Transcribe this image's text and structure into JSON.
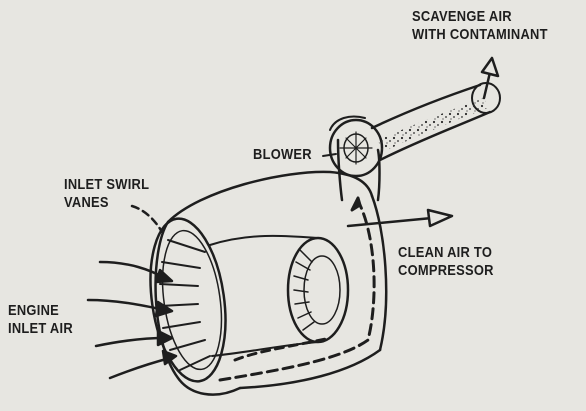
{
  "labels": {
    "scavenge_air": [
      "SCAVENGE AIR",
      "WITH CONTAMINANT"
    ],
    "blower": "BLOWER",
    "inlet_swirl_vanes": [
      "INLET SWIRL",
      "VANES"
    ],
    "clean_air": [
      "CLEAN AIR TO",
      "COMPRESSOR"
    ],
    "engine_inlet_air": [
      "ENGINE",
      "INLET AIR"
    ]
  },
  "colors": {
    "background": "#e7e6e1",
    "ink": "#1e1e1e"
  }
}
